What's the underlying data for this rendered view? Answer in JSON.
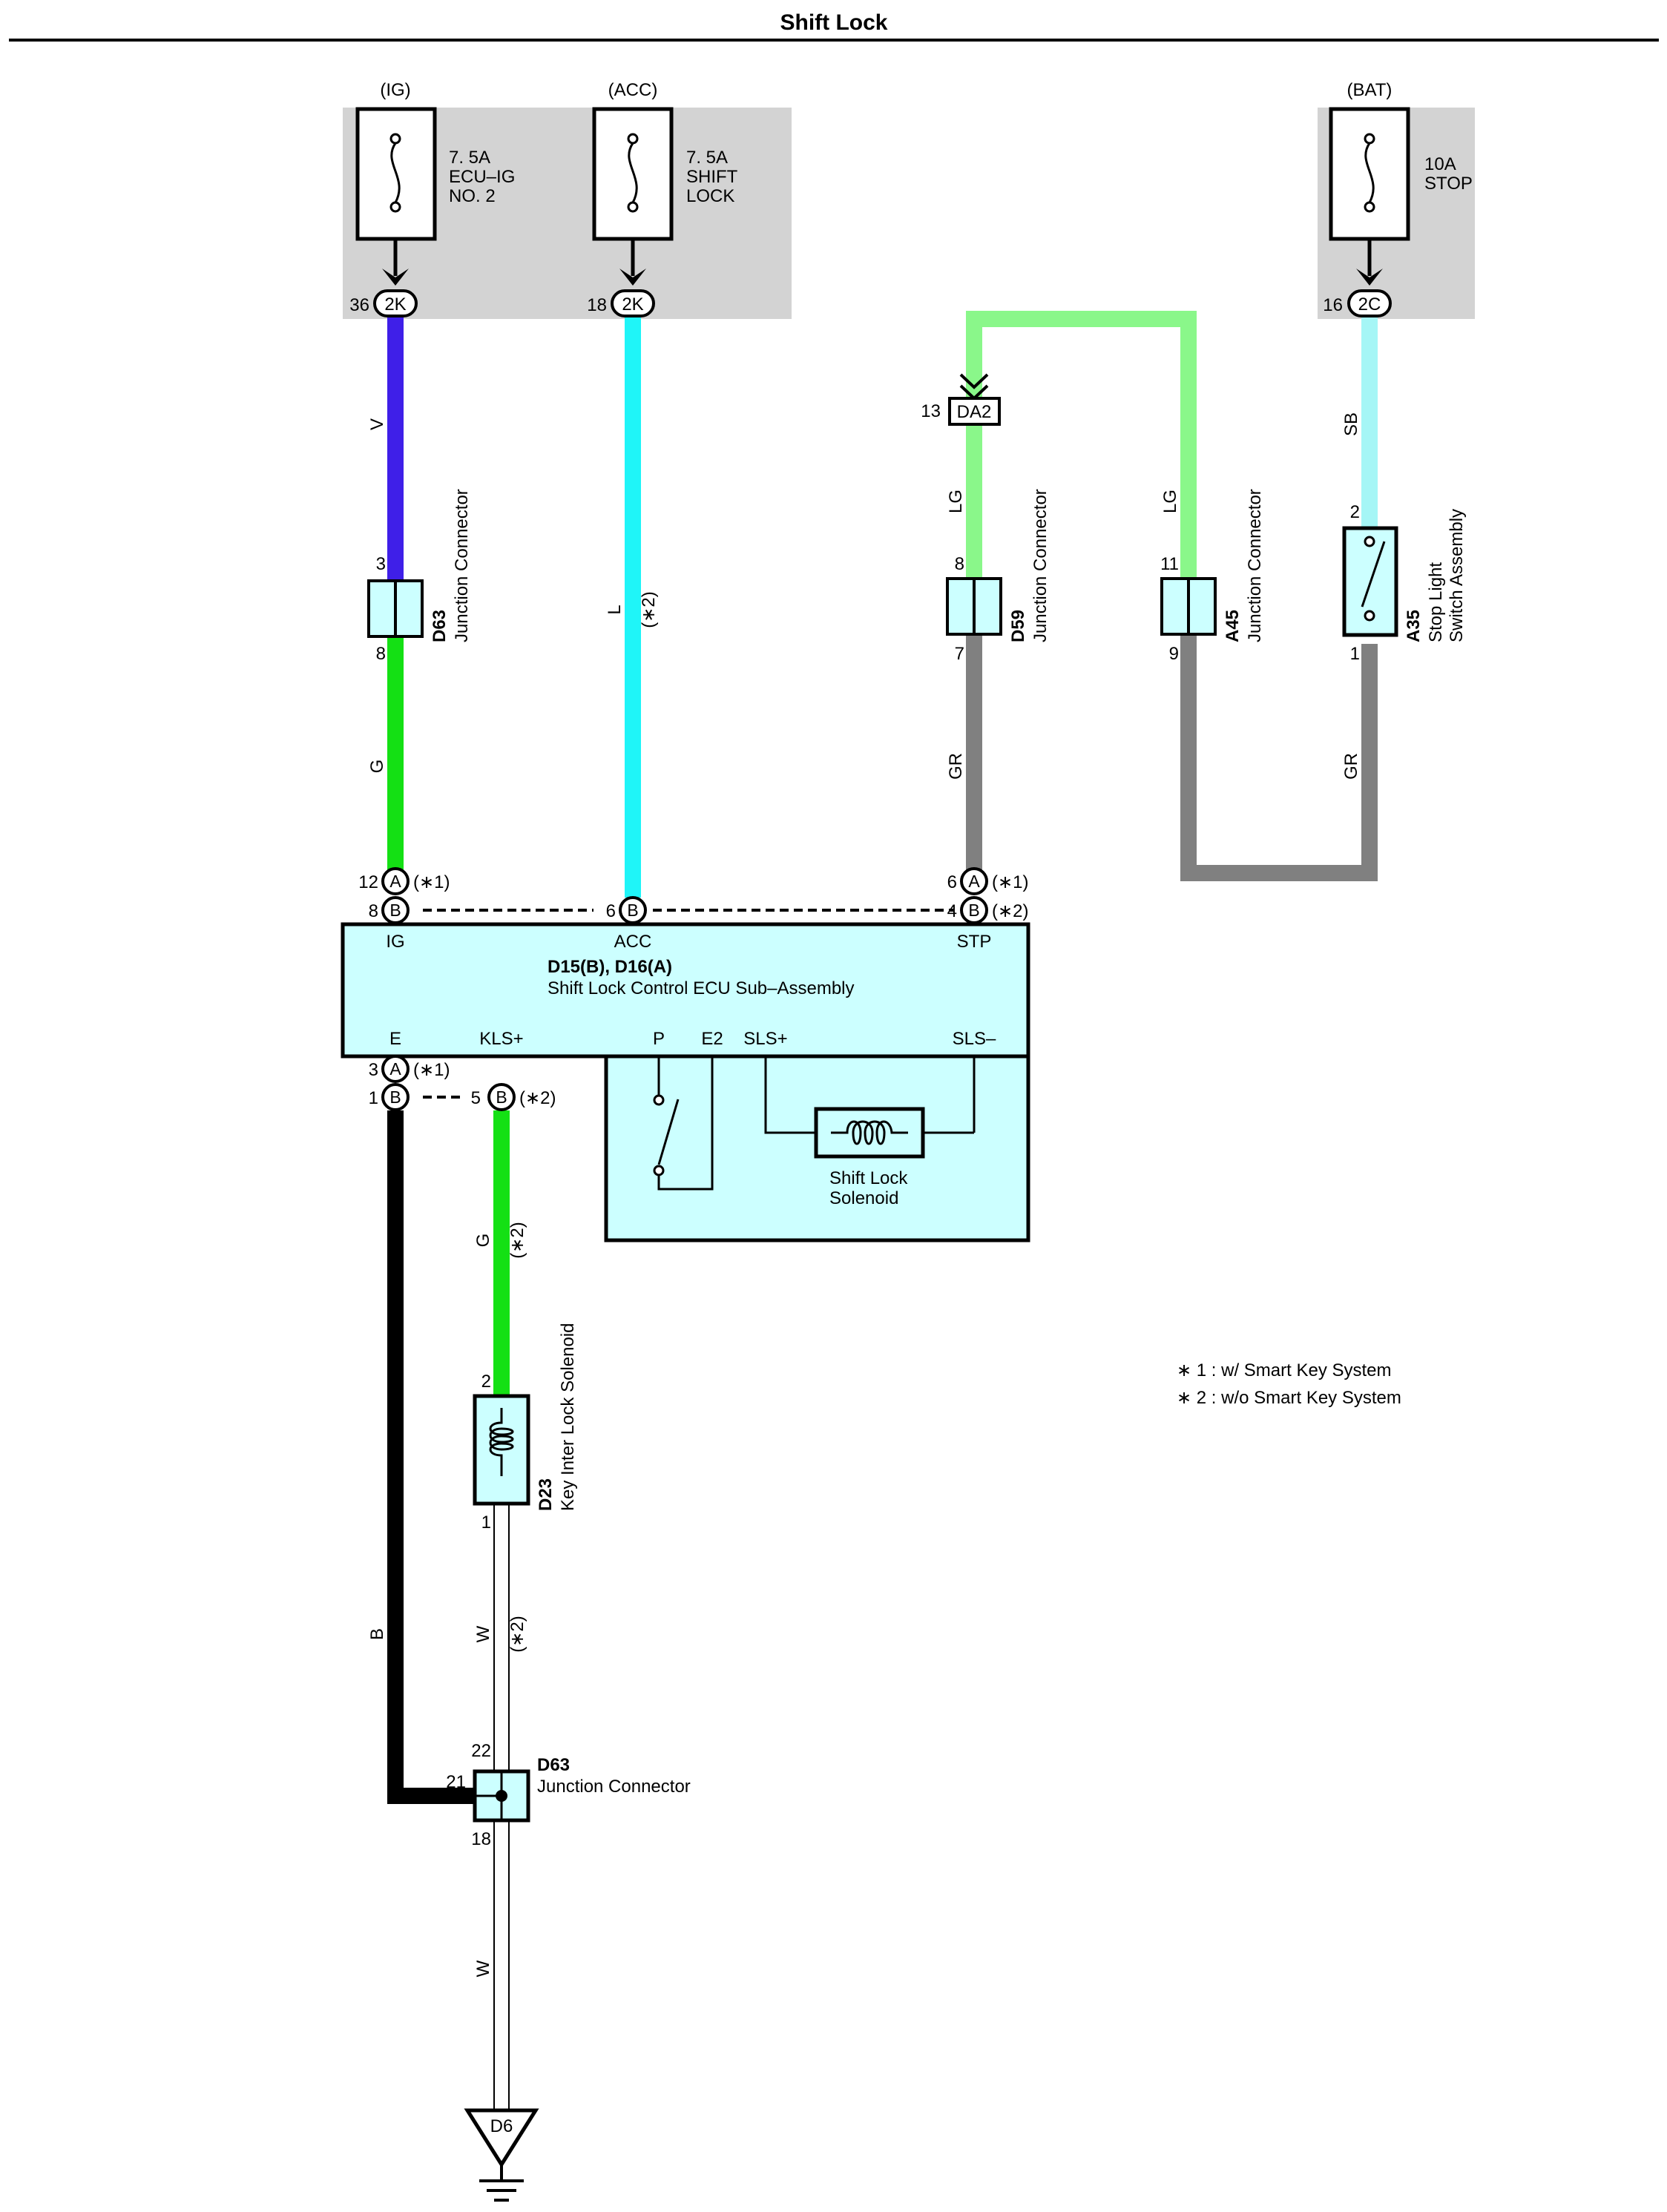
{
  "title": "Shift Lock",
  "colors": {
    "fuse_box_bg": "#d3d3d3",
    "connector_fill": "#ccffff",
    "wire_V": "#3f1fe8",
    "wire_L": "#1ff5f8",
    "wire_G": "#14e014",
    "wire_LG": "#8af78a",
    "wire_SB": "#a5f6f6",
    "wire_GR": "#808080",
    "wire_B": "#000000",
    "wire_W": "#ffffff"
  },
  "fuses": [
    {
      "source": "(IG)",
      "rating": "7. 5A",
      "name_line1": "ECU–IG",
      "name_line2": "NO. 2",
      "connector": "2K",
      "pin": "36"
    },
    {
      "source": "(ACC)",
      "rating": "7. 5A",
      "name_line1": "SHIFT",
      "name_line2": "LOCK",
      "connector": "2K",
      "pin": "18"
    },
    {
      "source": "(BAT)",
      "rating": "10A",
      "name_line1": "STOP",
      "name_line2": "",
      "connector": "2C",
      "pin": "16"
    }
  ],
  "wires": {
    "ig_top": "V",
    "ig_bottom": "G",
    "acc": "L",
    "acc_note": "(∗2)",
    "stp_left_upper": "LG",
    "stp_left_lower": "GR",
    "stp_mid_upper": "LG",
    "stp_right_upper": "SB",
    "stp_right_lower": "GR",
    "ground_b": "B",
    "kls_g": "G",
    "kls_g_note": "(∗2)",
    "kls_w": "W",
    "kls_w_note": "(∗2)",
    "ground_w": "W"
  },
  "connectors": {
    "d63_top": {
      "id": "D63",
      "name": "Junction Connector",
      "pin_top": "3",
      "pin_bottom": "8"
    },
    "d59": {
      "id": "D59",
      "name": "Junction Connector",
      "pin_top": "8",
      "pin_bottom": "7"
    },
    "a45": {
      "id": "A45",
      "name": "Junction Connector",
      "pin_top": "11",
      "pin_bottom": "9"
    },
    "a35": {
      "id": "A35",
      "name_line1": "Stop Light",
      "name_line2": "Switch Assembly",
      "pin_top": "2",
      "pin_bottom": "1"
    },
    "da2": {
      "id": "DA2",
      "pin": "13"
    },
    "d23": {
      "id": "D23",
      "name": "Key Inter Lock Solenoid",
      "pin_top": "2",
      "pin_bottom": "1"
    },
    "d63_bottom": {
      "id": "D63",
      "name": "Junction Connector",
      "pin_top": "22",
      "pin_left": "21",
      "pin_bottom": "18"
    },
    "ground": {
      "id": "D6"
    }
  },
  "ecu": {
    "title": "D15(B), D16(A)",
    "subtitle": "Shift Lock Control ECU Sub–Assembly",
    "term_ig": "IG",
    "term_acc": "ACC",
    "term_stp": "STP",
    "term_e": "E",
    "term_kls": "KLS+",
    "term_p": "P",
    "term_e2": "E2",
    "term_sls_plus": "SLS+",
    "term_sls_minus": "SLS–",
    "solenoid_line1": "Shift Lock",
    "solenoid_line2": "Solenoid",
    "pins": {
      "ig_a": "12",
      "ig_b": "8",
      "acc_b": "6",
      "stp_a": "6",
      "stp_b": "4",
      "e_a": "3",
      "e_b": "1",
      "kls_b": "5",
      "letter_a": "A",
      "letter_b": "B",
      "note1": "(∗1)",
      "note2": "(∗2)"
    }
  },
  "legend": {
    "note1": "∗ 1 : w/ Smart Key System",
    "note2": "∗ 2 : w/o Smart Key System"
  }
}
